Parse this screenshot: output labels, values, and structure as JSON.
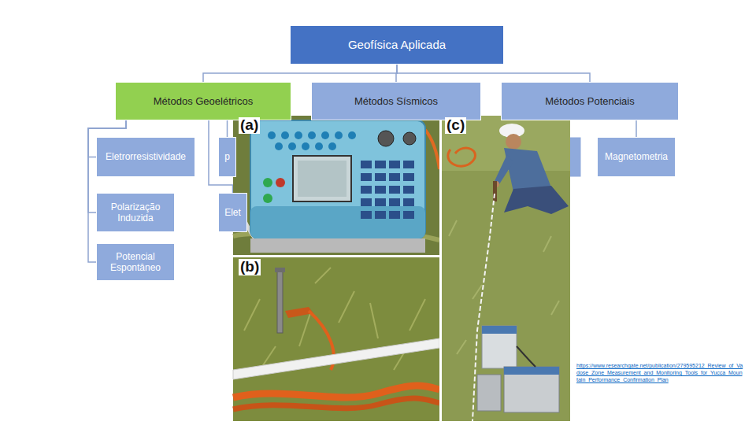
{
  "diagram": {
    "nodes": [
      {
        "text": [
          "Geofísica Aplicada"
        ]
      },
      {
        "text": [
          "Métodos Geoelétricos"
        ]
      },
      {
        "text": [
          "Métodos Sísmicos"
        ]
      },
      {
        "text": [
          "Métodos Potenciais"
        ]
      },
      {
        "text": [
          "Eletrorresistividade"
        ]
      },
      {
        "text": [
          "p"
        ]
      },
      {
        "text": [
          "Magnetometria"
        ]
      },
      {
        "text": [
          "Polarização Induzida"
        ]
      },
      {
        "text": [
          "Elet"
        ]
      },
      {
        "text": [
          "Potencial Espontâneo"
        ]
      }
    ],
    "edges": [
      {
        "from": 0,
        "to": 1,
        "arrow": "none"
      },
      {
        "from": 0,
        "to": 2,
        "arrow": "none"
      },
      {
        "from": 0,
        "to": 3,
        "arrow": "none"
      },
      {
        "from": 1,
        "to": 4,
        "arrow": "none"
      },
      {
        "from": 1,
        "to": 5,
        "arrow": "none"
      },
      {
        "from": 1,
        "to": 7,
        "arrow": "none"
      },
      {
        "from": 1,
        "to": 8,
        "arrow": "none"
      },
      {
        "from": 1,
        "to": 9,
        "arrow": "none"
      },
      {
        "from": 3,
        "to": 6,
        "arrow": "none"
      }
    ],
    "labels": [
      "(a)",
      "(b)",
      "(c)",
      "https://www.researchgate.net/publication/279595212_Review_of_Vadose_Zone_Measurement_and_Monitoring_Tools_for_Yucca_Mountain_Performance_Confirmation_Plan"
    ]
  }
}
